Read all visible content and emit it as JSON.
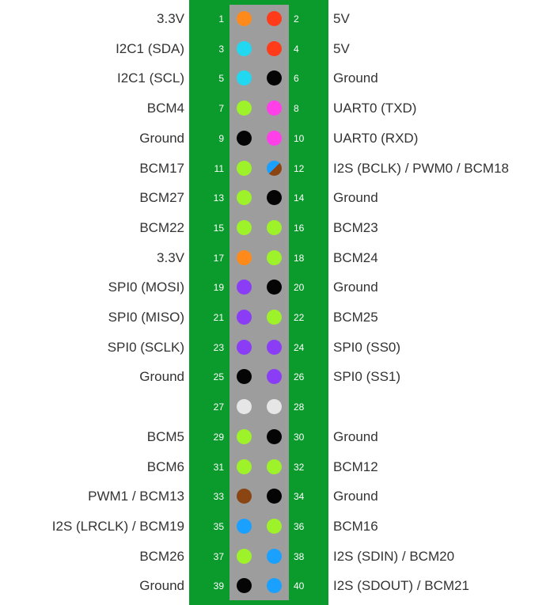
{
  "colors": {
    "board": "#0b9a2c",
    "header": "#9d9d9d",
    "power_3v3": "#ff8a1c",
    "power_5v": "#ff3b1a",
    "i2c": "#22d8f0",
    "ground": "#050505",
    "gpio": "#9ef22a",
    "uart": "#ff40e8",
    "spi": "#8b3df5",
    "eeprom": "#e6e6e6",
    "pwm": "#8b4513",
    "i2s": "#1aa0ff"
  },
  "rows": [
    {
      "l_label": "3.3V",
      "l_num": "1",
      "l_type": "power_3v3",
      "r_type": "power_5v",
      "r_num": "2",
      "r_label": "5V"
    },
    {
      "l_label": "I2C1 (SDA)",
      "l_num": "3",
      "l_type": "i2c",
      "r_type": "power_5v",
      "r_num": "4",
      "r_label": "5V"
    },
    {
      "l_label": "I2C1 (SCL)",
      "l_num": "5",
      "l_type": "i2c",
      "r_type": "ground",
      "r_num": "6",
      "r_label": "Ground"
    },
    {
      "l_label": "BCM4",
      "l_num": "7",
      "l_type": "gpio",
      "r_type": "uart",
      "r_num": "8",
      "r_label": "UART0 (TXD)"
    },
    {
      "l_label": "Ground",
      "l_num": "9",
      "l_type": "ground",
      "r_type": "uart",
      "r_num": "10",
      "r_label": "UART0 (RXD)"
    },
    {
      "l_label": "BCM17",
      "l_num": "11",
      "l_type": "gpio",
      "r_type": "pwm_i2s_split",
      "r_num": "12",
      "r_label": "I2S (BCLK) / PWM0 / BCM18"
    },
    {
      "l_label": "BCM27",
      "l_num": "13",
      "l_type": "gpio",
      "r_type": "ground",
      "r_num": "14",
      "r_label": "Ground"
    },
    {
      "l_label": "BCM22",
      "l_num": "15",
      "l_type": "gpio",
      "r_type": "gpio",
      "r_num": "16",
      "r_label": "BCM23"
    },
    {
      "l_label": "3.3V",
      "l_num": "17",
      "l_type": "power_3v3",
      "r_type": "gpio",
      "r_num": "18",
      "r_label": "BCM24"
    },
    {
      "l_label": "SPI0 (MOSI)",
      "l_num": "19",
      "l_type": "spi",
      "r_type": "ground",
      "r_num": "20",
      "r_label": "Ground"
    },
    {
      "l_label": "SPI0 (MISO)",
      "l_num": "21",
      "l_type": "spi",
      "r_type": "gpio",
      "r_num": "22",
      "r_label": "BCM25"
    },
    {
      "l_label": "SPI0 (SCLK)",
      "l_num": "23",
      "l_type": "spi",
      "r_type": "spi",
      "r_num": "24",
      "r_label": "SPI0 (SS0)"
    },
    {
      "l_label": "Ground",
      "l_num": "25",
      "l_type": "ground",
      "r_type": "spi",
      "r_num": "26",
      "r_label": "SPI0 (SS1)"
    },
    {
      "l_label": "",
      "l_num": "27",
      "l_type": "eeprom",
      "r_type": "eeprom",
      "r_num": "28",
      "r_label": ""
    },
    {
      "l_label": "BCM5",
      "l_num": "29",
      "l_type": "gpio",
      "r_type": "ground",
      "r_num": "30",
      "r_label": "Ground"
    },
    {
      "l_label": "BCM6",
      "l_num": "31",
      "l_type": "gpio",
      "r_type": "gpio",
      "r_num": "32",
      "r_label": "BCM12"
    },
    {
      "l_label": "PWM1 / BCM13",
      "l_num": "33",
      "l_type": "pwm",
      "r_type": "ground",
      "r_num": "34",
      "r_label": "Ground"
    },
    {
      "l_label": "I2S (LRCLK) / BCM19",
      "l_num": "35",
      "l_type": "i2s",
      "r_type": "gpio",
      "r_num": "36",
      "r_label": "BCM16"
    },
    {
      "l_label": "BCM26",
      "l_num": "37",
      "l_type": "gpio",
      "r_type": "i2s",
      "r_num": "38",
      "r_label": "I2S (SDIN) / BCM20"
    },
    {
      "l_label": "Ground",
      "l_num": "39",
      "l_type": "ground",
      "r_type": "i2s",
      "r_num": "40",
      "r_label": "I2S (SDOUT) / BCM21"
    }
  ]
}
